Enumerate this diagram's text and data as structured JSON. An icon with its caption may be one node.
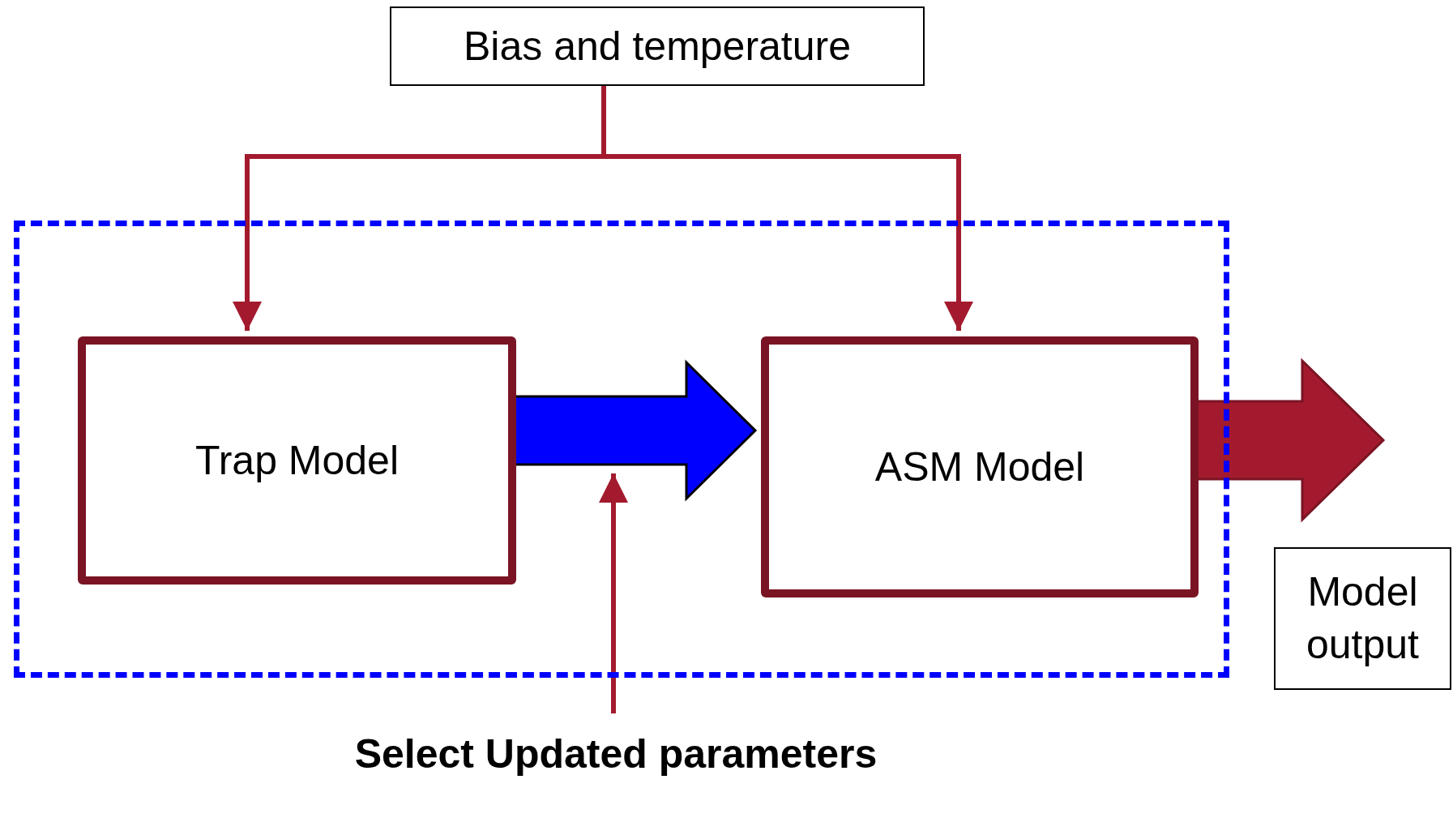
{
  "diagram": {
    "nodes": [
      {
        "text": [
          "Bias and temperature"
        ]
      },
      {
        "text": [],
        "shape": "box"
      },
      {
        "text": [
          "Trap Model"
        ],
        "in": 1
      },
      {
        "text": [
          "ASM Model"
        ],
        "in": 1
      },
      {
        "text": [
          "Model output"
        ]
      },
      {
        "text": [
          "Select Updated parameters"
        ]
      }
    ],
    "edges": [
      {
        "from": 0,
        "to": 2,
        "arrow": "to"
      },
      {
        "from": 0,
        "to": 3,
        "arrow": "to"
      },
      {
        "from": 2,
        "to": 3,
        "arrow": "to",
        "style": "thick",
        "color": "#0000ff"
      },
      {
        "from": 3,
        "to": null,
        "arrow": "to",
        "style": "thick"
      },
      {
        "from": 5,
        "to": null,
        "arrow": "to"
      }
    ]
  }
}
